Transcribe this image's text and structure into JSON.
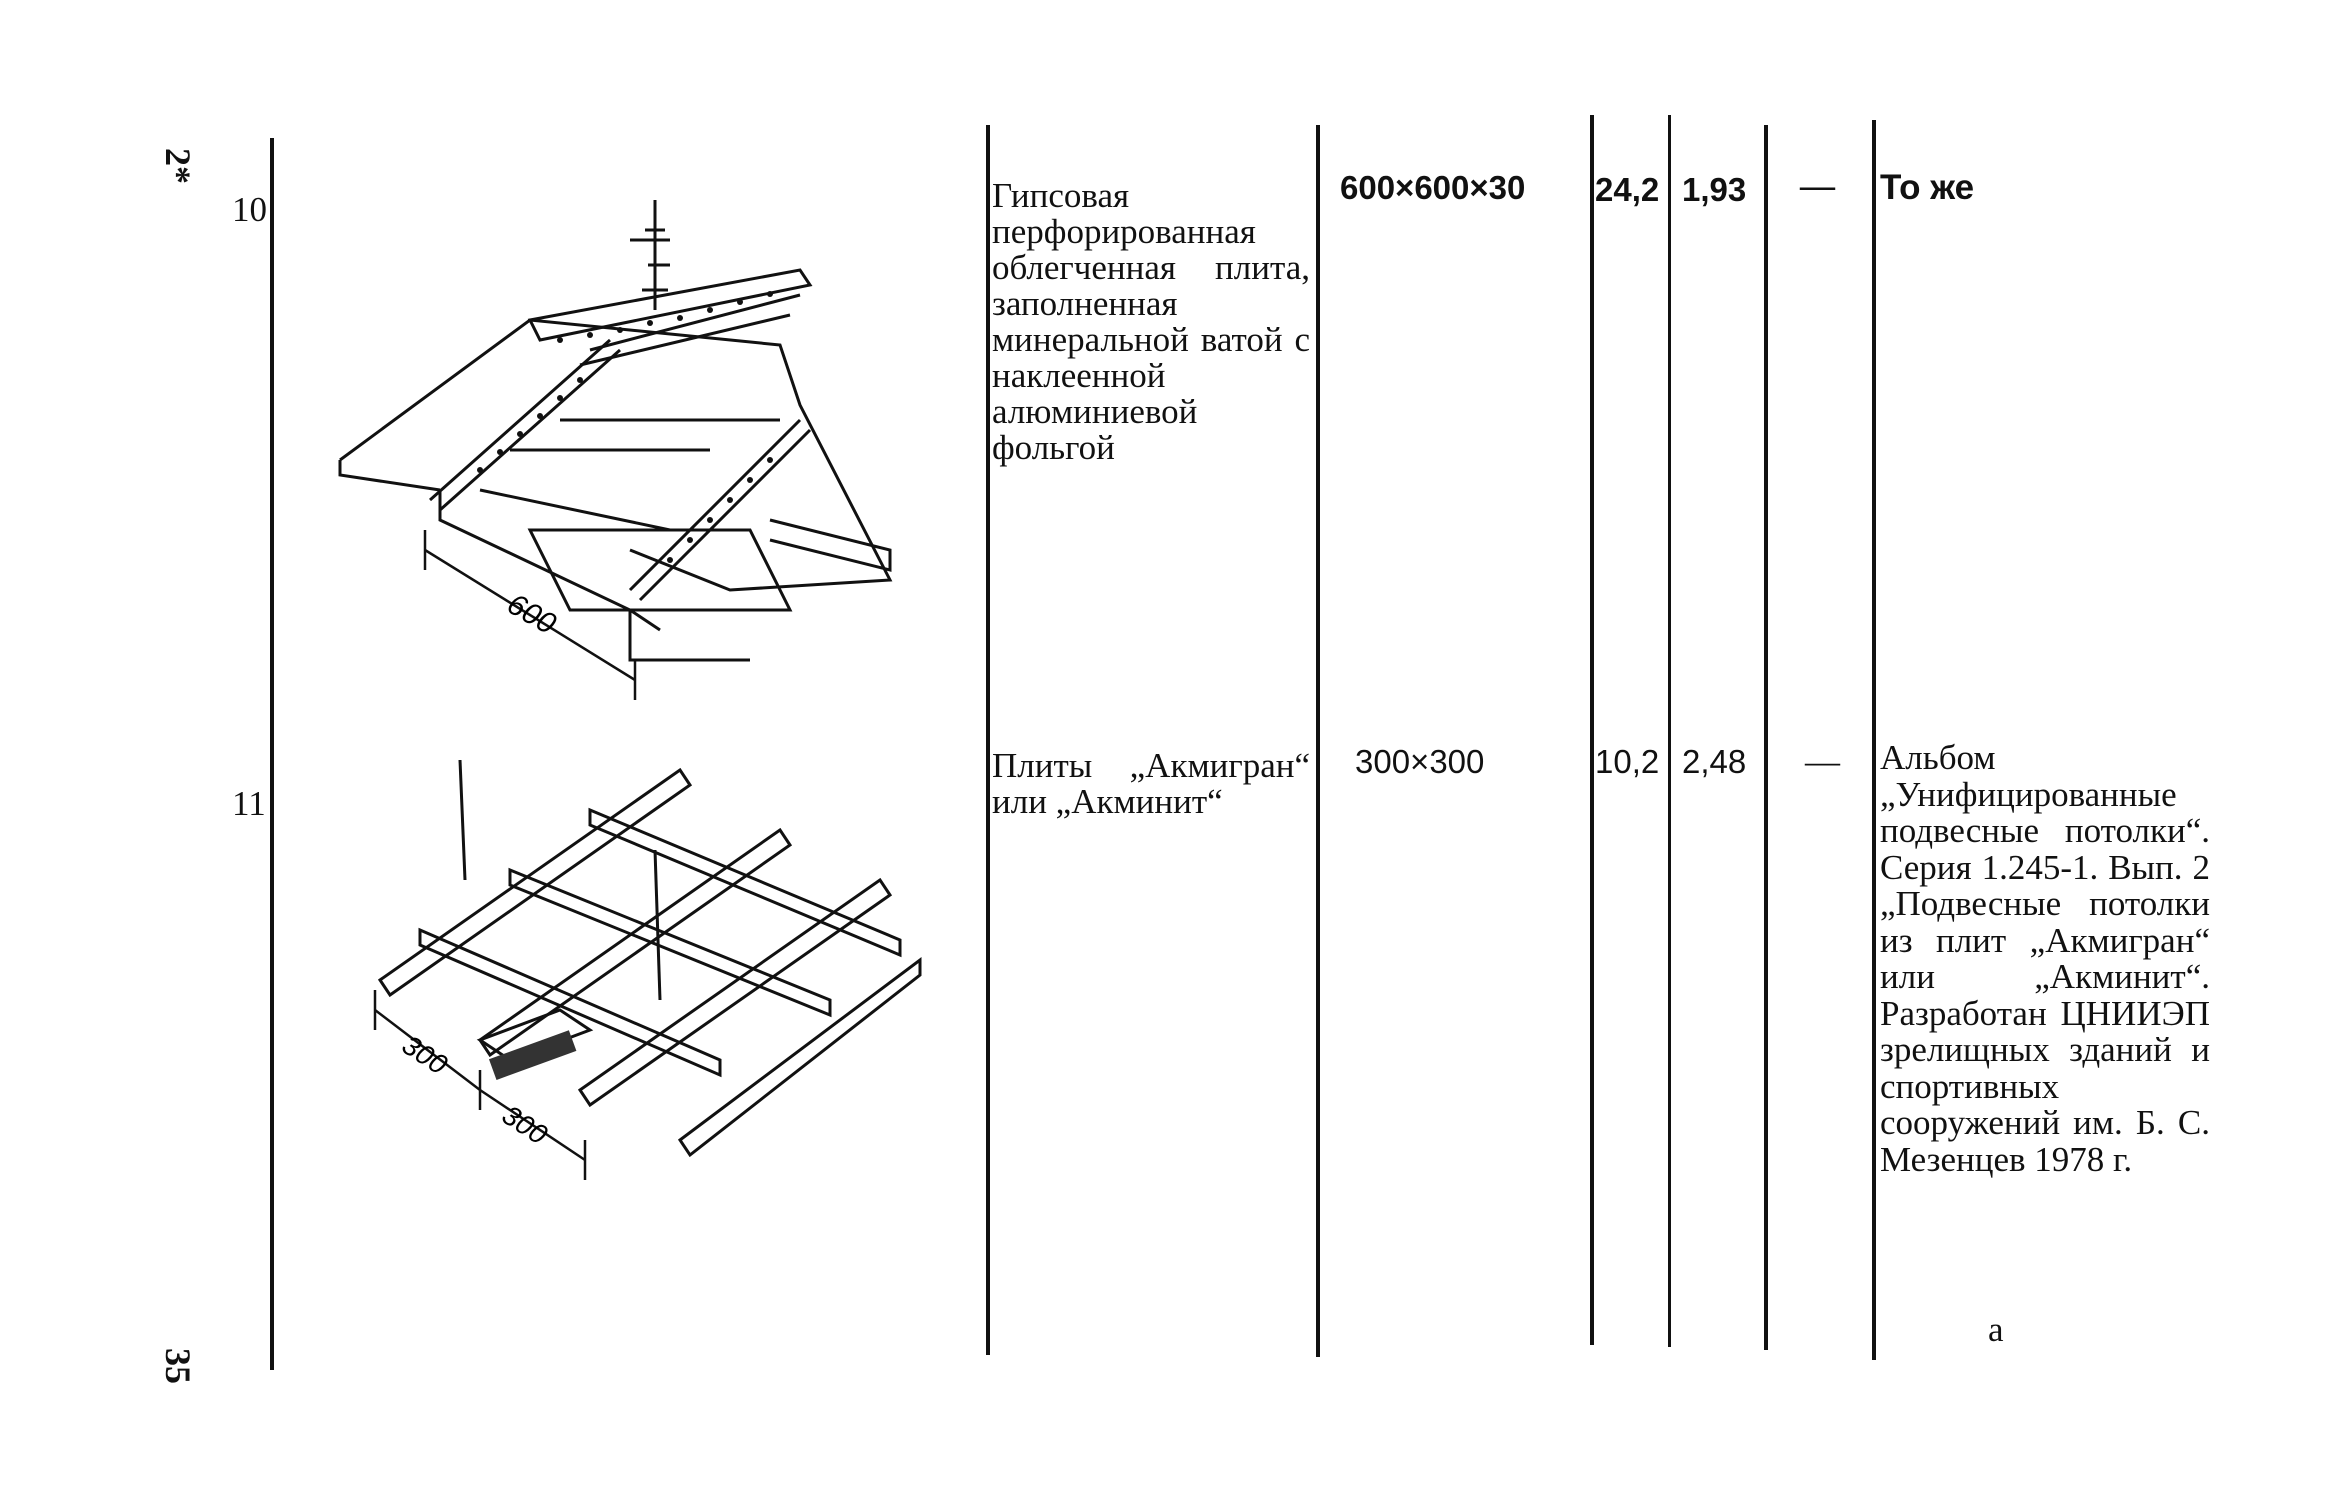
{
  "page": {
    "side_mark_top": "2*",
    "side_mark_bottom": "35",
    "footnote": "а"
  },
  "rows": [
    {
      "number": "10",
      "description": "Гипсовая перфорированная облегченная плита, заполненная минеральной ватой с наклеенной алюминиевой фольгой",
      "size": "600×600×30",
      "col3": "24,2",
      "col4": "1,93",
      "col5": "—",
      "note": "То же",
      "dims": [
        "600"
      ]
    },
    {
      "number": "11",
      "description": "Плиты „Акмигран“ или „Акминит“",
      "size": "300×300",
      "col3": "10,2",
      "col4": "2,48",
      "col5": "—",
      "note": "Альбом „Унифицированные подвесные потолки“. Серия 1.245-1. Вып. 2 „Подвесные потолки из плит „Акмигран“ или „Акминит“. Разработан ЦНИИЭП зрелищных зданий и спортивных сооружений им. Б. С. Мезенцев 1978 г.",
      "dims": [
        "300",
        "300"
      ]
    }
  ]
}
